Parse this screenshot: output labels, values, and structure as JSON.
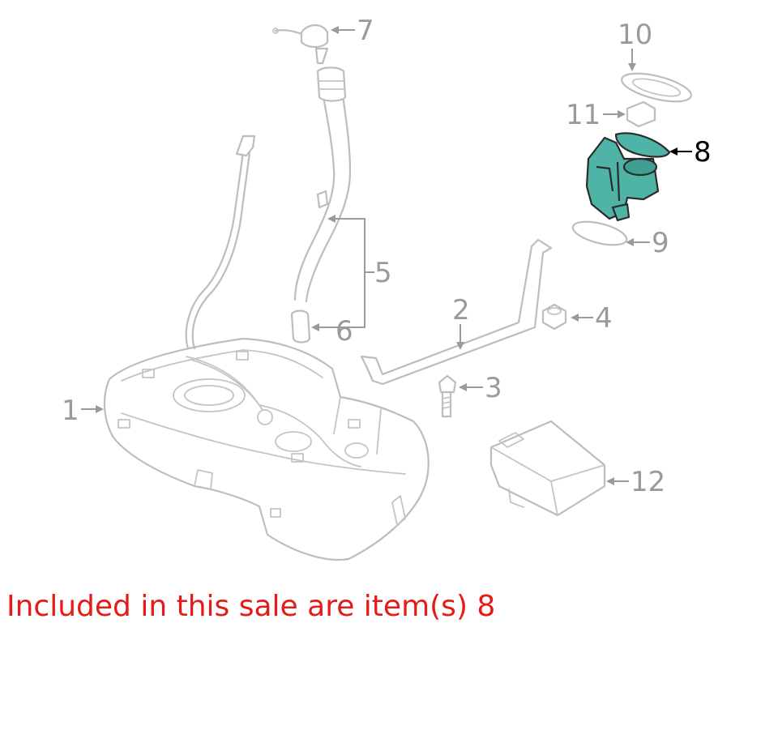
{
  "diagram": {
    "callouts": [
      {
        "id": "1",
        "label": "1"
      },
      {
        "id": "2",
        "label": "2"
      },
      {
        "id": "3",
        "label": "3"
      },
      {
        "id": "4",
        "label": "4"
      },
      {
        "id": "5",
        "label": "5"
      },
      {
        "id": "6",
        "label": "6"
      },
      {
        "id": "7",
        "label": "7"
      },
      {
        "id": "8",
        "label": "8",
        "highlighted": true
      },
      {
        "id": "9",
        "label": "9"
      },
      {
        "id": "10",
        "label": "10"
      },
      {
        "id": "11",
        "label": "11"
      },
      {
        "id": "12",
        "label": "12"
      }
    ],
    "highlight_color": "#4fb3a5",
    "line_color": "#bdbdbd",
    "label_color": "#9a9a9a"
  },
  "caption": {
    "text": "Included in this sale are item(s) 8",
    "color": "#e41b17"
  }
}
